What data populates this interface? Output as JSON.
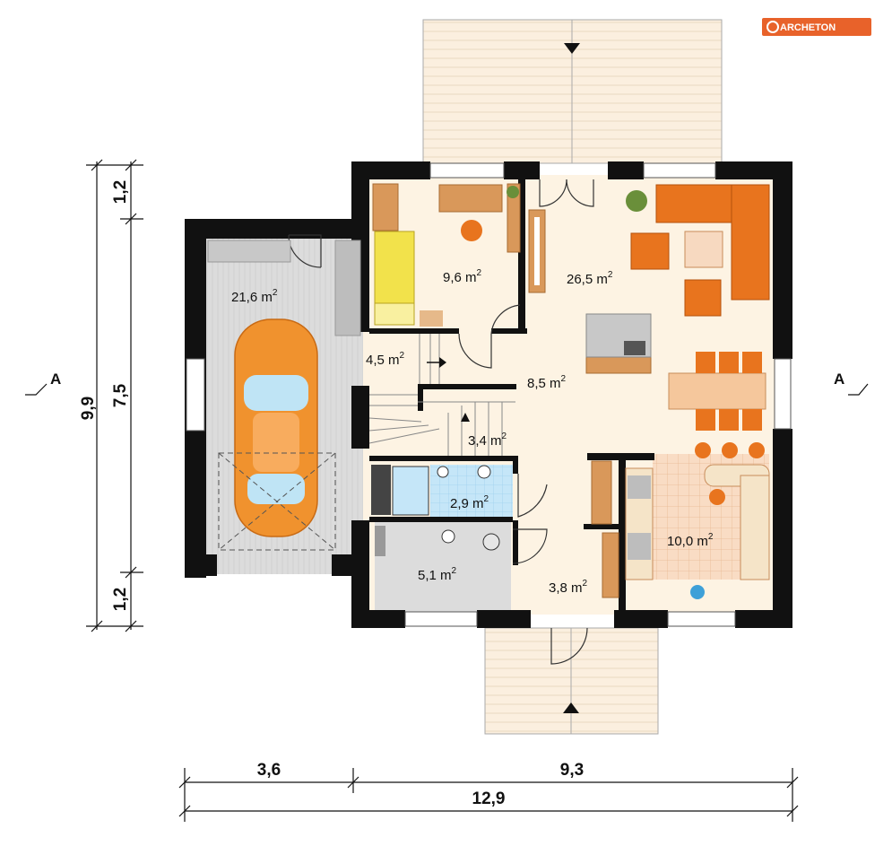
{
  "logo": {
    "text": "ARCHETON",
    "color": "#e8622a"
  },
  "rooms": {
    "garage": "21,6 m",
    "bedroom": "9,6 m",
    "living": "26,5 m",
    "hall_small": "4,5 m",
    "hall": "8,5 m",
    "stairs": "3,4 m",
    "bath_small": "2,9 m",
    "bathroom": "5,1 m",
    "vestibule": "3,8 m",
    "kitchen": "10,0 m",
    "sup": "2"
  },
  "dimensions": {
    "total_height": "9,9",
    "top_segment": "1,2",
    "middle_segment": "7,5",
    "bottom_segment": "1,2",
    "width_left": "3,6",
    "width_right": "9,3",
    "total_width": "12,9"
  },
  "section_marks": {
    "left": "A",
    "right": "A"
  },
  "colors": {
    "floor": "#fdf3e3",
    "garage_floor": "#d9d9d9",
    "bath_tile": "#bfe3f7",
    "kitchen_tile": "#f7d9c0",
    "sofa": "#e8741e",
    "wood": "#d9985a",
    "car": "#f0922e",
    "walls": "#111111"
  }
}
